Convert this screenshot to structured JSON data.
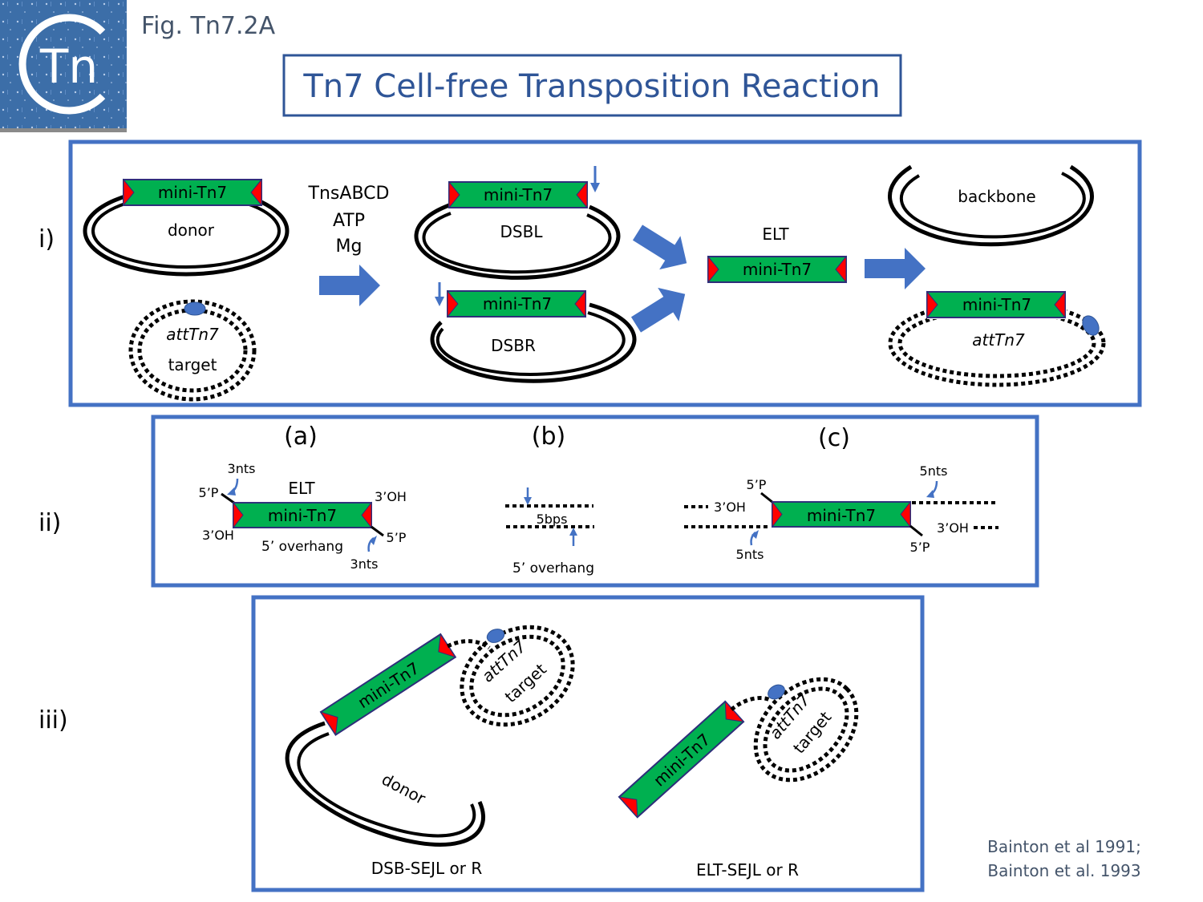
{
  "header": {
    "logo_text": "Tn",
    "fig_label": "Fig. Tn7.2A",
    "title": "Tn7 Cell-free Transposition Reaction"
  },
  "colors": {
    "accent": "#4472c4",
    "title_text": "#2f5597",
    "fig_label_text": "#44546a",
    "element_fill": "#00b050",
    "element_border": "#2e2e7a",
    "end_marker": "#ff0000",
    "logo_bg": "#3c6ea8"
  },
  "panel_i": {
    "label": "i)",
    "element_name": "mini-Tn7",
    "donor_label": "donor",
    "target_site": "attTn7",
    "target_label": "target",
    "reagents": [
      "TnsABCD",
      "ATP",
      "Mg"
    ],
    "dsbl_label": "DSBL",
    "dsbr_label": "DSBR",
    "elt_label": "ELT",
    "backbone_label": "backbone",
    "product_site": "attTn7"
  },
  "panel_ii": {
    "label": "ii)",
    "a": {
      "label": "(a)",
      "elt_label": "ELT",
      "element_name": "mini-Tn7",
      "left_top": "5’P",
      "left_bottom": "3’OH",
      "right_top": "3’OH",
      "right_bottom": "5’P",
      "top_nts": "3nts",
      "bottom_nts": "3nts",
      "overhang": "5’ overhang"
    },
    "b": {
      "label": "(b)",
      "bps": "5bps",
      "overhang": "5’ overhang"
    },
    "c": {
      "label": "(c)",
      "element_name": "mini-Tn7",
      "left_top": "5’P",
      "left_oh": "3’OH",
      "left_nts": "5nts",
      "right_nts": "5nts",
      "right_oh": "3’OH",
      "right_bottom": "5’P"
    }
  },
  "panel_iii": {
    "label": "iii)",
    "left": {
      "element_name": "mini-Tn7",
      "site": "attTn7",
      "target": "target",
      "donor": "donor",
      "caption": "DSB-SEJL or R"
    },
    "right": {
      "element_name": "mini-Tn7",
      "site": "attTn7",
      "target": "target",
      "caption": "ELT-SEJL or R"
    }
  },
  "citation": {
    "line1": "Bainton et al 1991;",
    "line2": "Bainton et al. 1993"
  }
}
